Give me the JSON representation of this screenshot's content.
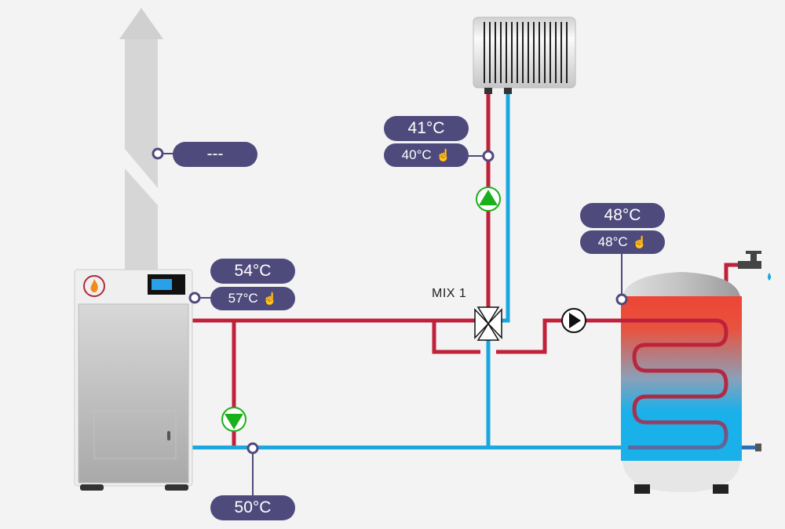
{
  "colors": {
    "hot_pipe": "#c0213a",
    "cold_pipe": "#1aa7e0",
    "pill_bg": "#4f4a7c",
    "pump_green": "#1ab01a",
    "background": "#f3f3f3"
  },
  "sensors": {
    "flue": {
      "value": "---"
    },
    "boiler_out": {
      "actual": "54°C",
      "setpoint": "57°C"
    },
    "radiator": {
      "actual": "41°C",
      "setpoint": "40°C"
    },
    "tank": {
      "actual": "48°C",
      "setpoint": "48°C"
    },
    "return": {
      "value": "50°C"
    }
  },
  "mixer": {
    "label": "MIX 1"
  },
  "icons": {
    "edit_setpoint": "hand-pointer-icon",
    "flame": "flame-icon"
  }
}
